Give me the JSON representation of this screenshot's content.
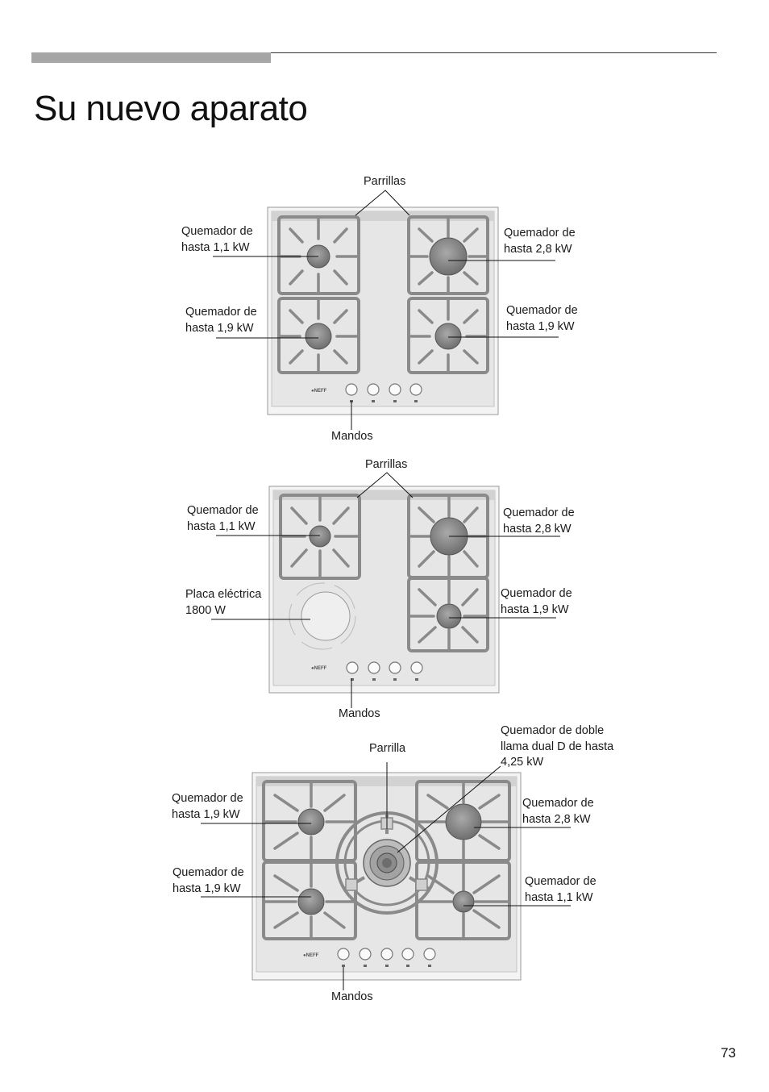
{
  "page": {
    "title": "Su nuevo aparato",
    "page_number": "73"
  },
  "diagram1": {
    "parrillas": "Parrillas",
    "burner_tl": "Quemador de\nhasta 1,1 kW",
    "burner_bl": "Quemador de\nhasta 1,9 kW",
    "burner_tr": "Quemador de\nhasta 2,8 kW",
    "burner_br": "Quemador de\nhasta 1,9 kW",
    "mandos": "Mandos"
  },
  "diagram2": {
    "parrillas": "Parrillas",
    "burner_tl": "Quemador de\nhasta 1,1 kW",
    "electric_plate": "Placa eléctrica\n1800 W",
    "burner_tr": "Quemador de\nhasta 2,8 kW",
    "burner_br": "Quemador de\nhasta 1,9 kW",
    "mandos": "Mandos"
  },
  "diagram3": {
    "parrilla": "Parrilla",
    "dual_burner": "Quemador de doble\nllama dual D de hasta\n4,25 kW",
    "burner_tl": "Quemador de\nhasta 1,9 kW",
    "burner_bl": "Quemador de\nhasta 1,9 kW",
    "burner_tr": "Quemador de\nhasta 2,8 kW",
    "burner_br": "Quemador de\nhasta 1,1 kW",
    "mandos": "Mandos"
  },
  "colors": {
    "header_bar": "#a6a6a6",
    "panel_fill": "#ebebeb",
    "grate_stroke": "#8a8a8a",
    "burner_fill": "#9a9a9a"
  }
}
